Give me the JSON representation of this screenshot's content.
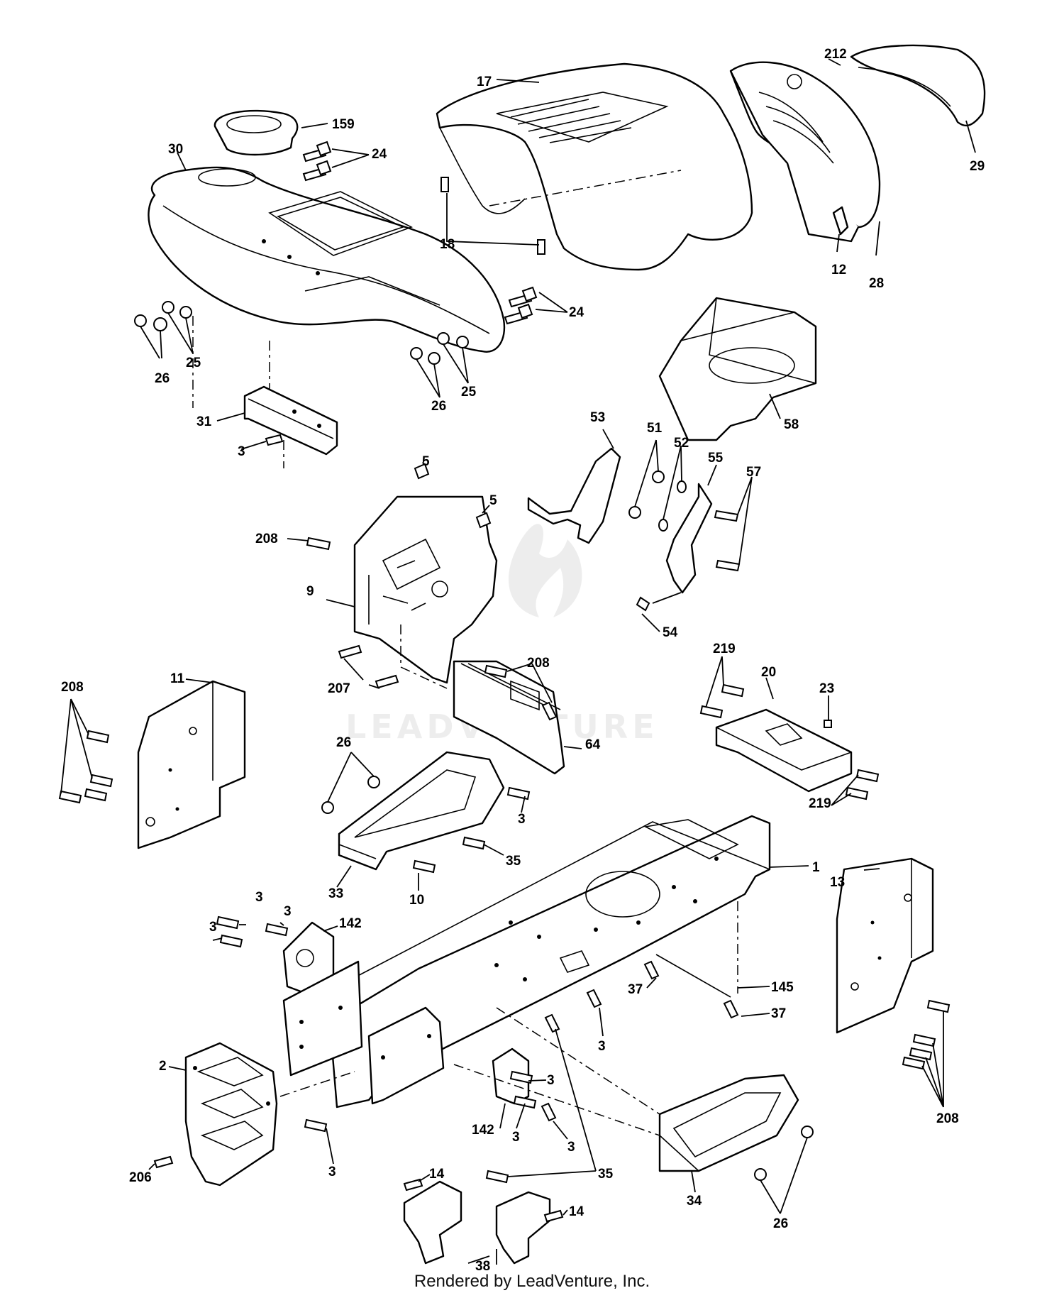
{
  "watermark": "LEADVENTURE",
  "footer": "Rendered by LeadVenture, Inc.",
  "labels": {
    "l1": "1",
    "l2": "2",
    "l3a": "3",
    "l3b": "3",
    "l3c": "3",
    "l3d": "3",
    "l3e": "3",
    "l3f": "3",
    "l3g": "3",
    "l3h": "3",
    "l3i": "3",
    "l3j": "3",
    "l5a": "5",
    "l5b": "5",
    "l9": "9",
    "l10": "10",
    "l11": "11",
    "l12": "12",
    "l13": "13",
    "l14a": "14",
    "l14b": "14",
    "l17": "17",
    "l18": "18",
    "l20": "20",
    "l23": "23",
    "l24a": "24",
    "l24b": "24",
    "l25a": "25",
    "l25b": "25",
    "l26a": "26",
    "l26b": "26",
    "l26c": "26",
    "l26d": "26",
    "l28": "28",
    "l29": "29",
    "l30": "30",
    "l31": "31",
    "l33": "33",
    "l34": "34",
    "l35a": "35",
    "l35b": "35",
    "l37a": "37",
    "l37b": "37",
    "l38": "38",
    "l51": "51",
    "l52": "52",
    "l53": "53",
    "l54": "54",
    "l55": "55",
    "l57": "57",
    "l58": "58",
    "l64": "64",
    "l142a": "142",
    "l142b": "142",
    "l145": "145",
    "l159": "159",
    "l206": "206",
    "l207": "207",
    "l208a": "208",
    "l208b": "208",
    "l208c": "208",
    "l208d": "208",
    "l212": "212",
    "l219a": "219",
    "l219b": "219"
  }
}
